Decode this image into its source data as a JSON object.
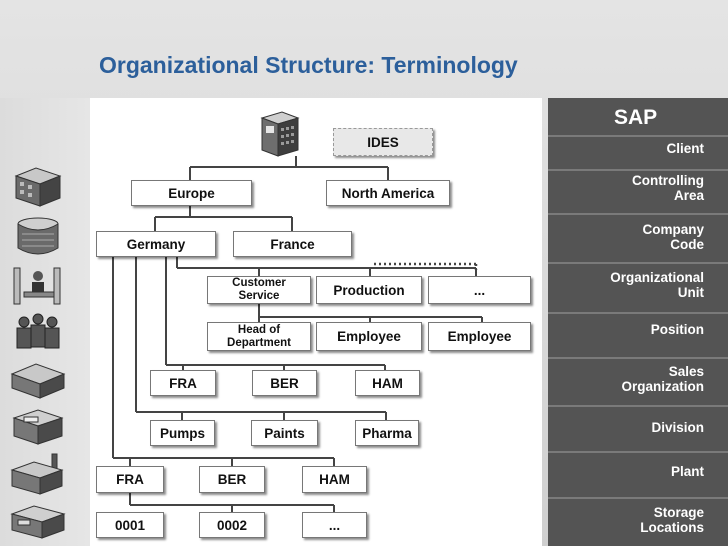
{
  "title": "Organizational Structure: Terminology",
  "panel": {
    "heading": "SAP",
    "levels": [
      {
        "label": "Client"
      },
      {
        "label": "Controlling\nArea"
      },
      {
        "label": "Company\nCode"
      },
      {
        "label": "Organizational\nUnit"
      },
      {
        "label": "Position"
      },
      {
        "label": "Sales\nOrganization"
      },
      {
        "label": "Division"
      },
      {
        "label": "Plant"
      },
      {
        "label": "Storage\nLocations"
      }
    ]
  },
  "nodes": {
    "client": "IDES",
    "controlling_areas": [
      "Europe",
      "North  America"
    ],
    "company_codes": [
      "Germany",
      "France"
    ],
    "org_units": [
      "Customer\nService",
      "Production",
      "..."
    ],
    "positions": [
      "Head of\nDepartment",
      "Employee",
      "Employee"
    ],
    "sales_orgs": [
      "FRA",
      "BER",
      "HAM"
    ],
    "divisions": [
      "Pumps",
      "Paints",
      "Pharma"
    ],
    "plants": [
      "FRA",
      "BER",
      "HAM"
    ],
    "storage_locations": [
      "0001",
      "0002",
      "..."
    ]
  },
  "icons": [
    "server-icon",
    "building-icon",
    "office-building-icon",
    "person-at-desk-icon",
    "group-of-people-icon",
    "warehouse-icon",
    "shop-icon",
    "factory-icon",
    "storage-depot-icon"
  ]
}
